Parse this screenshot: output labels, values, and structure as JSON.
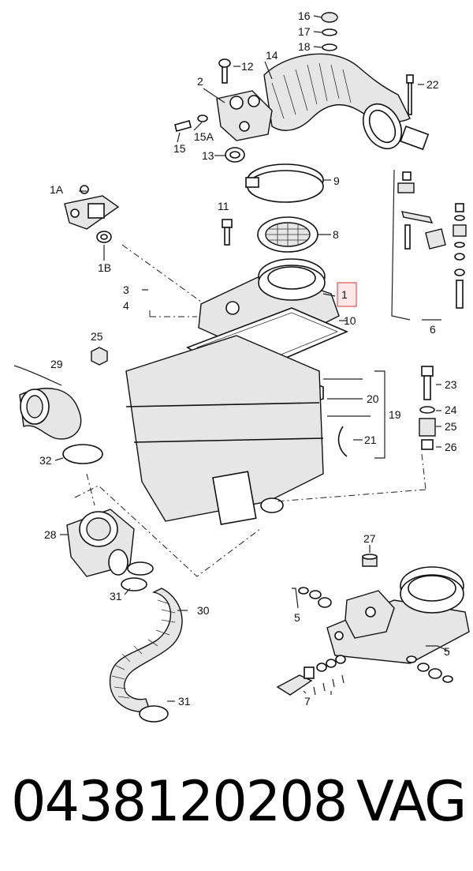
{
  "callouts": {
    "c16": "16",
    "c17": "17",
    "c18": "18",
    "c14": "14",
    "c12": "12",
    "c22": "22",
    "c2": "2",
    "c15A": "15A",
    "c15": "15",
    "c13": "13",
    "c9": "9",
    "c1A": "1A",
    "c11": "11",
    "c8": "8",
    "c1B": "1B",
    "c1": "1",
    "c3": "3",
    "c4": "4",
    "c10": "10",
    "c6": "6",
    "c25a": "25",
    "c29": "29",
    "c23": "23",
    "c20": "20",
    "c19": "19",
    "c24": "24",
    "c25b": "25",
    "c21": "21",
    "c26": "26",
    "c32": "32",
    "c28": "28",
    "c27": "27",
    "c31a": "31",
    "c30": "30",
    "c5a": "5",
    "c5b": "5",
    "c7": "7",
    "c31b": "31"
  },
  "footer": {
    "part_number": "0438120208",
    "brand": "VAG"
  },
  "colors": {
    "highlight": "#e06060",
    "highlight_fill": "#fde8e8"
  }
}
